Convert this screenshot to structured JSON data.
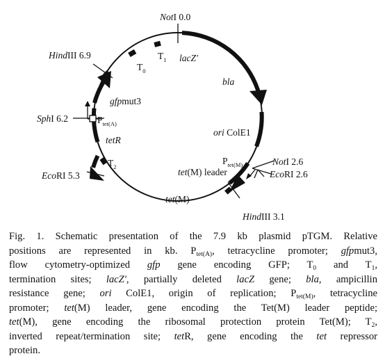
{
  "map": {
    "sites": {
      "noti_top": {
        "name": "Not",
        "suffix": "I 0.0"
      },
      "hindiii_69": {
        "name": "Hind",
        "suffix": "III 6.9"
      },
      "sphi": {
        "name": "Sph",
        "suffix": "I 6.2"
      },
      "ecori_53": {
        "name": "Eco",
        "suffix": "RI 5.3"
      },
      "noti_26": {
        "name": "Not",
        "suffix": "I 2.6"
      },
      "ecori_26": {
        "name": "Eco",
        "suffix": "RI 2.6"
      },
      "hindiii_31": {
        "name": "Hind",
        "suffix": "III 3.1"
      }
    },
    "features": {
      "t0": {
        "main": "T",
        "sub": "0"
      },
      "t1": {
        "main": "T",
        "sub": "1"
      },
      "t2": {
        "main": "T",
        "sub": "2"
      },
      "lacz": "lacZ'",
      "bla": "bla",
      "ori_italic": "ori",
      "ori_rest": " ColE1",
      "ptetm": {
        "main": "P",
        "sub": "tet(M)"
      },
      "tetm_leader_italic": "tet",
      "tetm_leader_rest": "(M) leader",
      "tetm_italic": "tet",
      "tetm_rest": "(M)",
      "gfp_italic": "gfp",
      "gfp_rest": "mut3",
      "pteta": {
        "main": "P",
        "sub": "tet(A)"
      },
      "tetr": "tetR"
    }
  },
  "caption": {
    "lines": [
      [
        {
          "t": "Fig. 1. Schematic presentation of the 7.9 kb plasmid pTGM. Relative"
        }
      ],
      [
        {
          "t": "positions are represented in kb. P"
        },
        {
          "t": "tet(A)",
          "s": "sub"
        },
        {
          "t": ", tetracycline promoter; "
        },
        {
          "t": "gfp",
          "s": "i"
        },
        {
          "t": "mut3,"
        }
      ],
      [
        {
          "t": "flow cytometry-optimized "
        },
        {
          "t": "gfp",
          "s": "i"
        },
        {
          "t": " gene encoding GFP; T"
        },
        {
          "t": "0",
          "s": "sub"
        },
        {
          "t": " and T"
        },
        {
          "t": "1",
          "s": "sub"
        },
        {
          "t": ","
        }
      ],
      [
        {
          "t": "termination sites; "
        },
        {
          "t": "lacZ'",
          "s": "i"
        },
        {
          "t": ", partially deleted "
        },
        {
          "t": "lacZ",
          "s": "i"
        },
        {
          "t": " gene; "
        },
        {
          "t": "bla",
          "s": "i"
        },
        {
          "t": ", ampicillin"
        }
      ],
      [
        {
          "t": "resistance gene; "
        },
        {
          "t": "ori",
          "s": "i"
        },
        {
          "t": " ColE1, origin of replication; P"
        },
        {
          "t": "tet(M)",
          "s": "sub"
        },
        {
          "t": ", tetracycline"
        }
      ],
      [
        {
          "t": "promoter; "
        },
        {
          "t": "tet",
          "s": "i"
        },
        {
          "t": "(M) leader, gene encoding the Tet(M) leader peptide;"
        }
      ],
      [
        {
          "t": "tet",
          "s": "i"
        },
        {
          "t": "(M), gene encoding the ribosomal protection protein Tet(M); T"
        },
        {
          "t": "2",
          "s": "sub"
        },
        {
          "t": ","
        }
      ],
      [
        {
          "t": "inverted repeat/termination site; "
        },
        {
          "t": "tet",
          "s": "i"
        },
        {
          "t": "R, gene encoding the "
        },
        {
          "t": "tet",
          "s": "i"
        },
        {
          "t": " repressor"
        }
      ],
      [
        {
          "t": "protein."
        }
      ]
    ]
  }
}
